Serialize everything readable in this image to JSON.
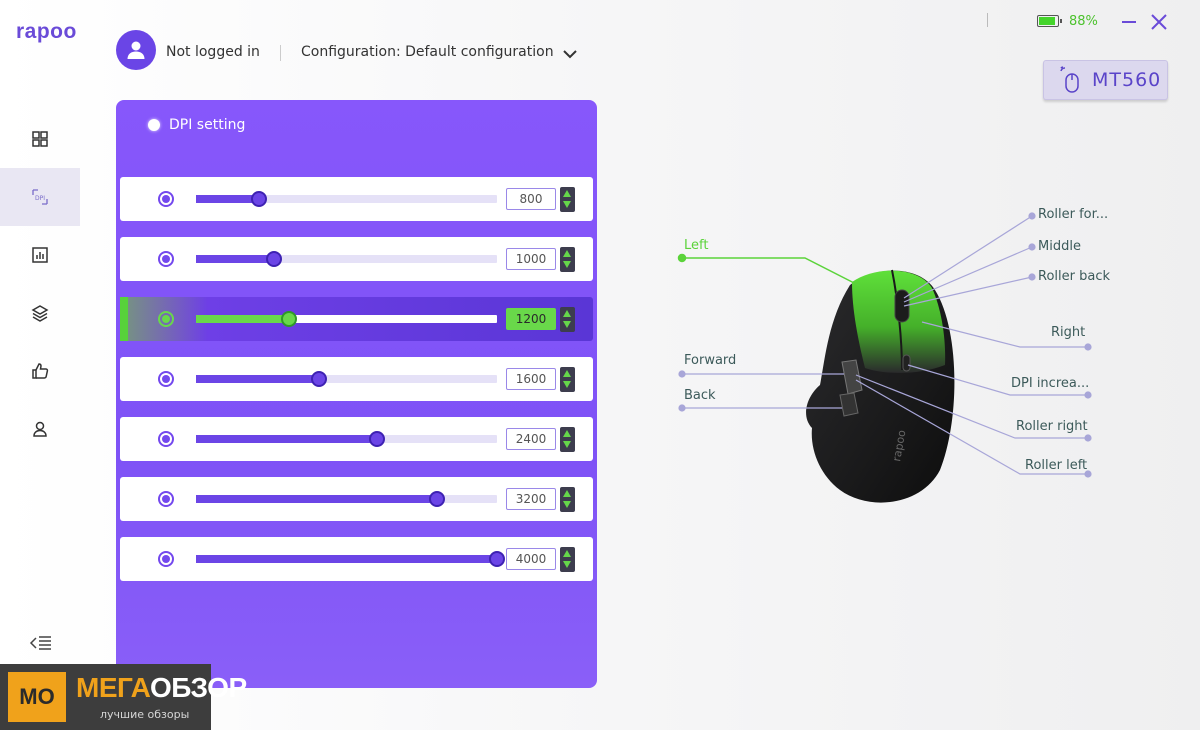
{
  "app": {
    "logo": "rapoo"
  },
  "header": {
    "login_status": "Not logged in",
    "configuration": "Configuration: Default configuration",
    "battery": {
      "percent_text": "88%",
      "level": 0.88,
      "color": "#44d42b"
    },
    "device": {
      "name": "MT560"
    }
  },
  "sidebar": {
    "items": [
      {
        "name": "dashboard",
        "icon": "grid-icon",
        "active": false
      },
      {
        "name": "dpi",
        "icon": "dpi-icon",
        "active": true
      },
      {
        "name": "report-rate",
        "icon": "chart-icon",
        "active": false
      },
      {
        "name": "layers",
        "icon": "layers-icon",
        "active": false
      },
      {
        "name": "like",
        "icon": "thumbs-up-icon",
        "active": false
      },
      {
        "name": "profile",
        "icon": "user-icon",
        "active": false
      }
    ]
  },
  "dpi_panel": {
    "title": "DPI setting",
    "max_dpi": 4000,
    "levels": [
      {
        "value": "800",
        "fraction": 0.21,
        "active": false
      },
      {
        "value": "1000",
        "fraction": 0.26,
        "active": false
      },
      {
        "value": "1200",
        "fraction": 0.31,
        "active": true
      },
      {
        "value": "1600",
        "fraction": 0.41,
        "active": false
      },
      {
        "value": "2400",
        "fraction": 0.6,
        "active": false
      },
      {
        "value": "3200",
        "fraction": 0.8,
        "active": false
      },
      {
        "value": "4000",
        "fraction": 1.0,
        "active": false
      }
    ]
  },
  "mouse_buttons": {
    "left": "Left",
    "forward": "Forward",
    "back": "Back",
    "roller_forward": "Roller for...",
    "middle": "Middle",
    "roller_back": "Roller back",
    "right": "Right",
    "dpi_increase": "DPI increa...",
    "roller_right": "Roller right",
    "roller_left": "Roller left"
  },
  "colors": {
    "accent": "#7e52f6",
    "highlight": "#69d84a",
    "brand": "#6a4bd8"
  },
  "watermark": {
    "badge": "MO",
    "title_a": "МЕГА",
    "title_b": "ОБЗОР",
    "subtitle": "лучшие обзоры"
  }
}
